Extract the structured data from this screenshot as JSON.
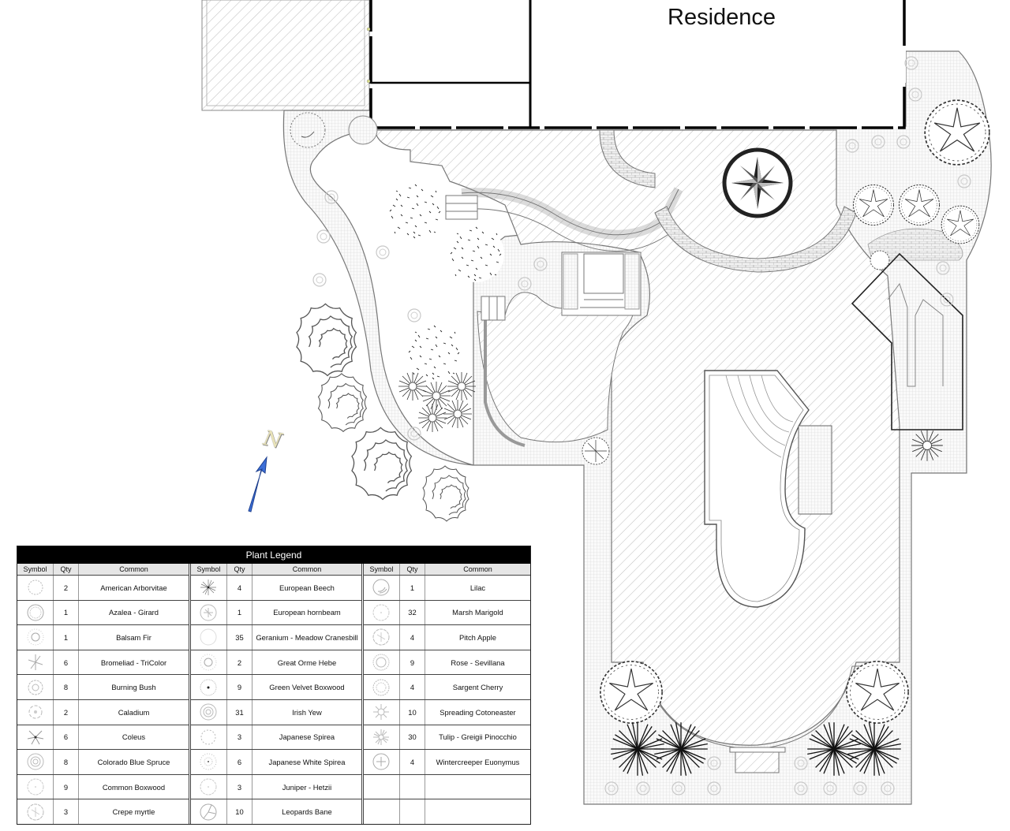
{
  "plan": {
    "building_label": "Residence",
    "north_arrow_label": "N",
    "features": [
      "residence",
      "garage-patio",
      "compass-rose-medallion",
      "pool",
      "spa",
      "lawn-paving",
      "shrub-beds",
      "steps",
      "walkways"
    ]
  },
  "legend": {
    "title": "Plant Legend",
    "headers": {
      "symbol": "Symbol",
      "qty": "Qty",
      "common": "Common"
    },
    "groups": [
      {
        "rows": [
          {
            "symbol": "starburst-circle-icon",
            "qty": "2",
            "common": "American Arborvitae"
          },
          {
            "symbol": "ring-circle-icon",
            "qty": "1",
            "common": "Azalea - Girard"
          },
          {
            "symbol": "sun-burst-icon",
            "qty": "1",
            "common": "Balsam Fir"
          },
          {
            "symbol": "star-frond-icon",
            "qty": "6",
            "common": "Bromeliad - TriColor"
          },
          {
            "symbol": "flower-burst-icon",
            "qty": "8",
            "common": "Burning Bush"
          },
          {
            "symbol": "petal-flower-icon",
            "qty": "2",
            "common": "Caladium"
          },
          {
            "symbol": "fan-leaf-icon",
            "qty": "6",
            "common": "Coleus"
          },
          {
            "symbol": "swirl-circle-icon",
            "qty": "8",
            "common": "Colorado Blue Spruce"
          },
          {
            "symbol": "scalloped-circle-icon",
            "qty": "9",
            "common": "Common Boxwood"
          },
          {
            "symbol": "lobed-tree-icon",
            "qty": "3",
            "common": "Crepe myrtle"
          }
        ]
      },
      {
        "rows": [
          {
            "symbol": "spiky-burst-icon",
            "qty": "4",
            "common": "European Beech"
          },
          {
            "symbol": "spoke-circle-icon",
            "qty": "1",
            "common": "European hornbeam"
          },
          {
            "symbol": "plain-circle-icon",
            "qty": "35",
            "common": "Geranium - Meadow Cranesbill"
          },
          {
            "symbol": "sun-burst-icon",
            "qty": "2",
            "common": "Great Orme Hebe"
          },
          {
            "symbol": "dot-ring-icon",
            "qty": "9",
            "common": "Green Velvet Boxwood"
          },
          {
            "symbol": "swirl-circle-icon",
            "qty": "31",
            "common": "Irish Yew"
          },
          {
            "symbol": "serrated-circle-icon",
            "qty": "3",
            "common": "Japanese Spirea"
          },
          {
            "symbol": "dotted-ring-icon",
            "qty": "6",
            "common": "Japanese White Spirea"
          },
          {
            "symbol": "scalloped-circle-icon",
            "qty": "3",
            "common": "Juniper - Hetzii"
          },
          {
            "symbol": "pie-circle-icon",
            "qty": "10",
            "common": "Leopards Bane"
          }
        ]
      },
      {
        "rows": [
          {
            "symbol": "arc-circle-icon",
            "qty": "1",
            "common": "Lilac"
          },
          {
            "symbol": "scalloped-circle-icon",
            "qty": "32",
            "common": "Marsh Marigold"
          },
          {
            "symbol": "lobed-tree-icon",
            "qty": "4",
            "common": "Pitch Apple"
          },
          {
            "symbol": "toothed-ring-icon",
            "qty": "9",
            "common": "Rose - Sevillana"
          },
          {
            "symbol": "dense-canopy-icon",
            "qty": "4",
            "common": "Sargent Cherry"
          },
          {
            "symbol": "sun-burst-icon",
            "qty": "10",
            "common": "Spreading Cotoneaster"
          },
          {
            "symbol": "spiky-burst-icon",
            "qty": "30",
            "common": "Tulip - Greigii Pinocchio"
          },
          {
            "symbol": "spoke-circle-icon",
            "qty": "4",
            "common": "Wintercreeper Euonymus"
          },
          {
            "symbol": "",
            "qty": "",
            "common": ""
          },
          {
            "symbol": "",
            "qty": "",
            "common": ""
          }
        ]
      }
    ]
  }
}
